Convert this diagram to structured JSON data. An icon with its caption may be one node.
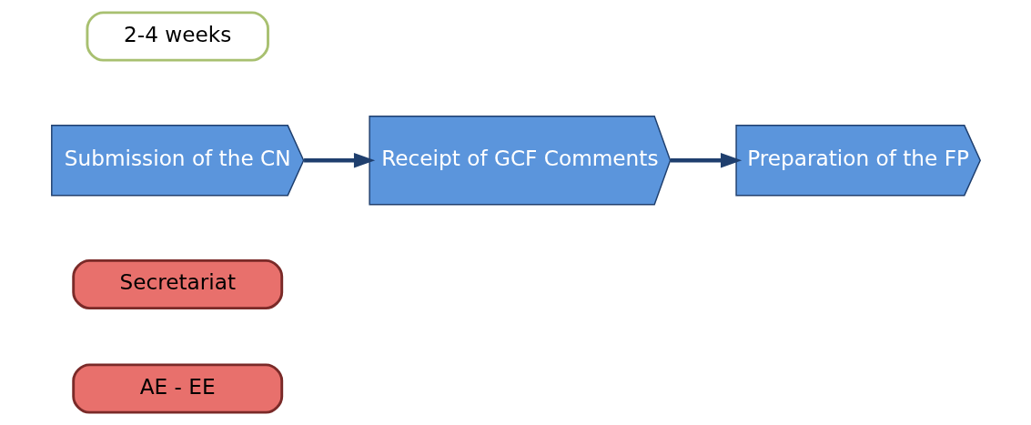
{
  "diagram": {
    "nodes": [
      {
        "text": [
          "AE - EE"
        ]
      },
      {
        "text": [
          "Secretariat"
        ]
      },
      {
        "text": [
          "Submission of the CN"
        ]
      },
      {
        "text": [
          "Preparation of the FP"
        ]
      },
      {
        "text": [
          "Receipt of GCF Comments"
        ]
      },
      {
        "text": [
          "2-4 weeks"
        ]
      }
    ],
    "edges": [
      {
        "from": 2,
        "to": 4,
        "arrow": "to"
      },
      {
        "from": 4,
        "to": 3,
        "arrow": "to"
      }
    ]
  }
}
